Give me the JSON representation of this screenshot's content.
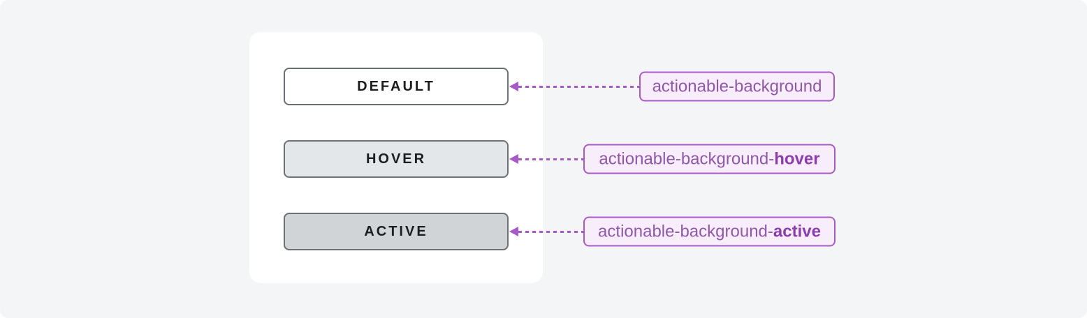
{
  "figure": {
    "description": "Button state swatches annotated with design token names",
    "colors": {
      "canvas_background": "#f4f5f7",
      "card_background": "#ffffff",
      "button_border": "#6b7177",
      "button_text": "#1b1d1f",
      "default_fill": "#ffffff",
      "hover_fill": "#e4e7e9",
      "active_fill": "#d1d4d6",
      "accent_purple": "#a75ac6",
      "badge_fill": "#f8edfb",
      "badge_text": "#9058a8",
      "badge_text_bold": "#8b3dad"
    }
  },
  "rows": [
    {
      "state_label": "DEFAULT",
      "token_prefix": "actionable-background",
      "token_bold": ""
    },
    {
      "state_label": "HOVER",
      "token_prefix": "actionable-background-",
      "token_bold": "hover"
    },
    {
      "state_label": "ACTIVE",
      "token_prefix": "actionable-background-",
      "token_bold": "active"
    }
  ]
}
